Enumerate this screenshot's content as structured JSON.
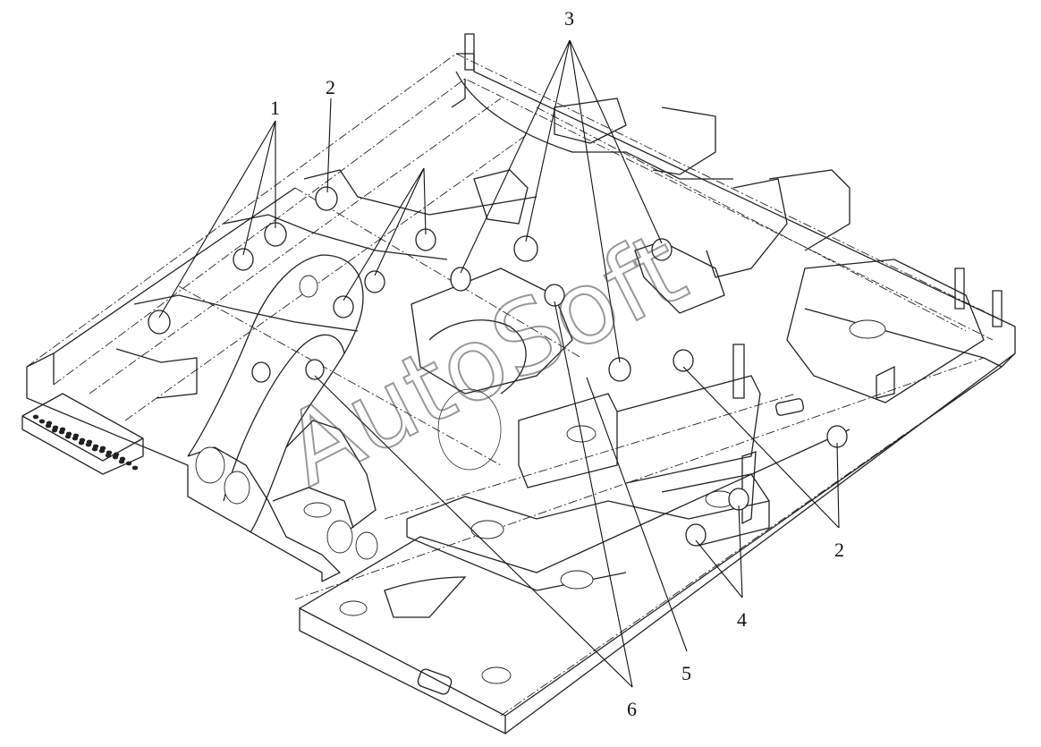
{
  "callouts": {
    "c1": "1",
    "c2_top": "2",
    "c2_right": "2",
    "c3": "3",
    "c4": "4",
    "c5": "5",
    "c6": "6"
  },
  "watermark": "AutoSoft",
  "colors": {
    "ink": "#222222",
    "paper": "#ffffff"
  }
}
